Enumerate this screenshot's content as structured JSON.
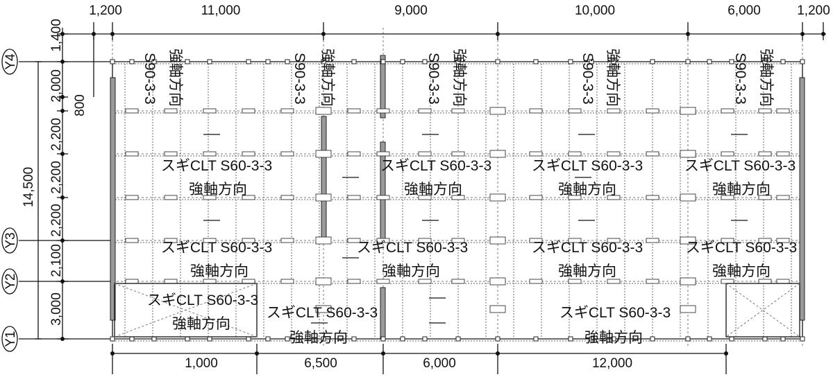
{
  "top_dims": [
    "1,200",
    "11,000",
    "9,000",
    "10,000",
    "6,000",
    "1,200"
  ],
  "left_dims": [
    "1,400",
    "2,000",
    "800",
    "2,200",
    "2,200",
    "2,200",
    "2,100",
    "3,000"
  ],
  "total_dim": "14,500",
  "bottom_dims": [
    "1,000",
    "6,500",
    "6,000",
    "12,000"
  ],
  "axes": [
    "Y4",
    "Y3",
    "Y2",
    "Y1"
  ],
  "upper_labels": [
    {
      "spec": "S90-3-3",
      "dir": "強軸方向"
    },
    {
      "spec": "S90-3-3",
      "dir": "強軸方向"
    },
    {
      "spec": "S90-3-3",
      "dir": "強軸方向"
    },
    {
      "spec": "S90-3-3",
      "dir": "強軸方向"
    },
    {
      "spec": "S90-3-3",
      "dir": "強軸方向"
    }
  ],
  "panel_labels": [
    {
      "spec": "スギCLT S60-3-3",
      "dir": "強軸方向"
    },
    {
      "spec": "スギCLT S60-3-3",
      "dir": "強軸方向"
    },
    {
      "spec": "スギCLT S60-3-3",
      "dir": "強軸方向"
    },
    {
      "spec": "スギCLT S60-3-3",
      "dir": "強軸方向"
    },
    {
      "spec": "スギCLT S60-3-3",
      "dir": "強軸方向"
    },
    {
      "spec": "スギCLT S60-3-3",
      "dir": "強軸方向"
    },
    {
      "spec": "スギCLT S60-3-3",
      "dir": "強軸方向"
    },
    {
      "spec": "スギCLT S60-3-3",
      "dir": "強軸方向"
    },
    {
      "spec": "スギCLT S60-3-3",
      "dir": "強軸方向"
    },
    {
      "spec": "スギCLT S60-3-3",
      "dir": "強軸方向"
    },
    {
      "spec": "スギCLT S60-3-3",
      "dir": "強軸方向"
    }
  ]
}
